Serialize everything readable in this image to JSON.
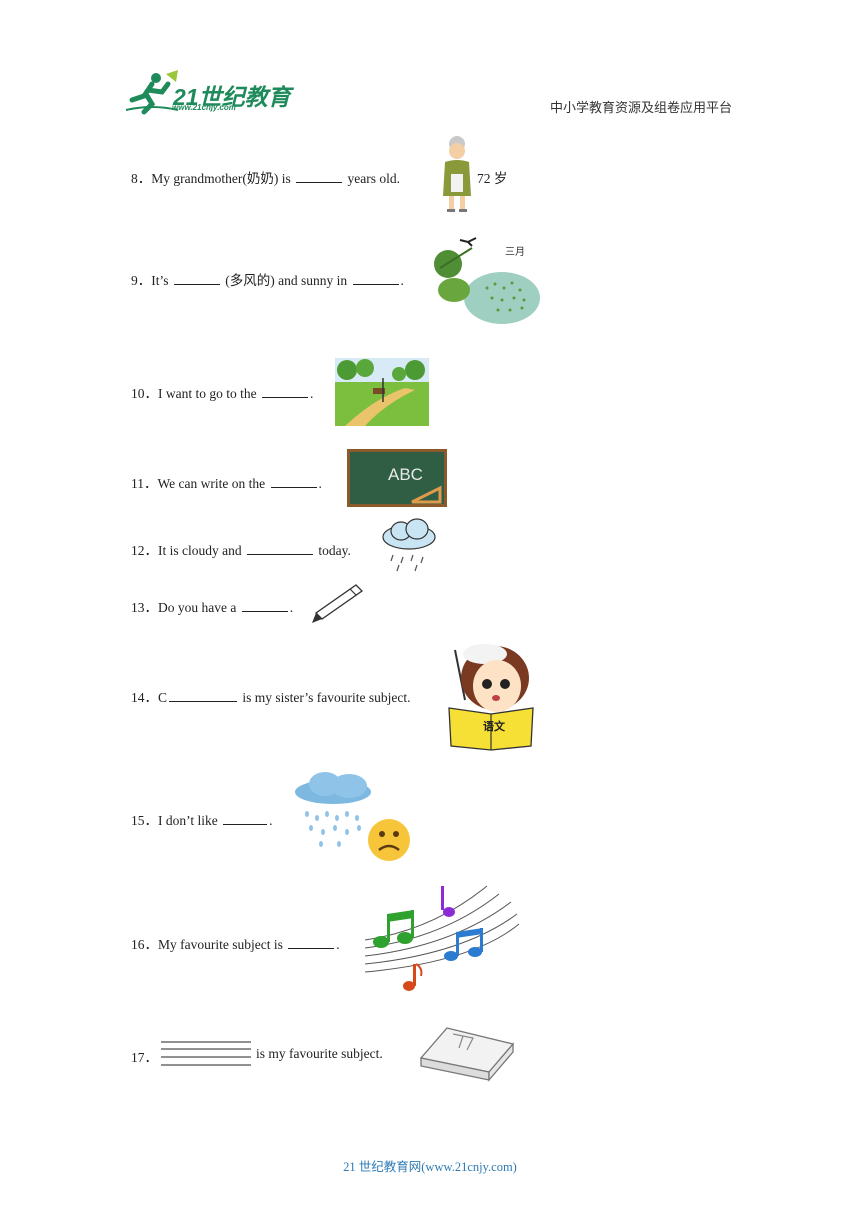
{
  "header": {
    "logo_text": "21世纪教育",
    "logo_url": "www.21cnjy.com",
    "right_text": "中小学教育资源及组卷应用平台"
  },
  "questions": [
    {
      "num": "8．",
      "before": "My grandmother(奶奶) is ",
      "after": " years old.",
      "tag": "72 岁",
      "image": "grandmother-icon"
    },
    {
      "num": "9．",
      "before": "It’s ",
      "middle": " (多风的) and sunny in ",
      "after": ".",
      "tag": "三月",
      "image": "spring-scene-icon"
    },
    {
      "num": "10．",
      "before": "I want to go to the ",
      "after": ".",
      "image": "park-icon"
    },
    {
      "num": "11．",
      "before": "We can write on the ",
      "after": ".",
      "board_text": "ABC",
      "image": "blackboard-icon"
    },
    {
      "num": "12．",
      "before": "It is cloudy and ",
      "after": " today.",
      "image": "rain-cloud-icon"
    },
    {
      "num": "13．",
      "before": "Do you have a ",
      "after": ".",
      "image": "pen-icon"
    },
    {
      "num": "14．",
      "before": "C",
      "after": " is my sister’s favourite subject.",
      "book_text": "语文",
      "image": "girl-reading-icon"
    },
    {
      "num": "15．",
      "before": "I don’t like ",
      "after": ".",
      "image": "rain-sad-face-icon"
    },
    {
      "num": "16．",
      "before": "My favourite subject is ",
      "after": ".",
      "image": "music-notes-icon"
    },
    {
      "num": "17．",
      "after": " is my favourite subject.",
      "image": "book-icon"
    }
  ],
  "footer": {
    "text": "21 世纪教育网(www.21cnjy.com)"
  },
  "colors": {
    "logo_green": "#1f8a5a",
    "footer_blue": "#2e7bb5",
    "board_green": "#2f5e45"
  }
}
